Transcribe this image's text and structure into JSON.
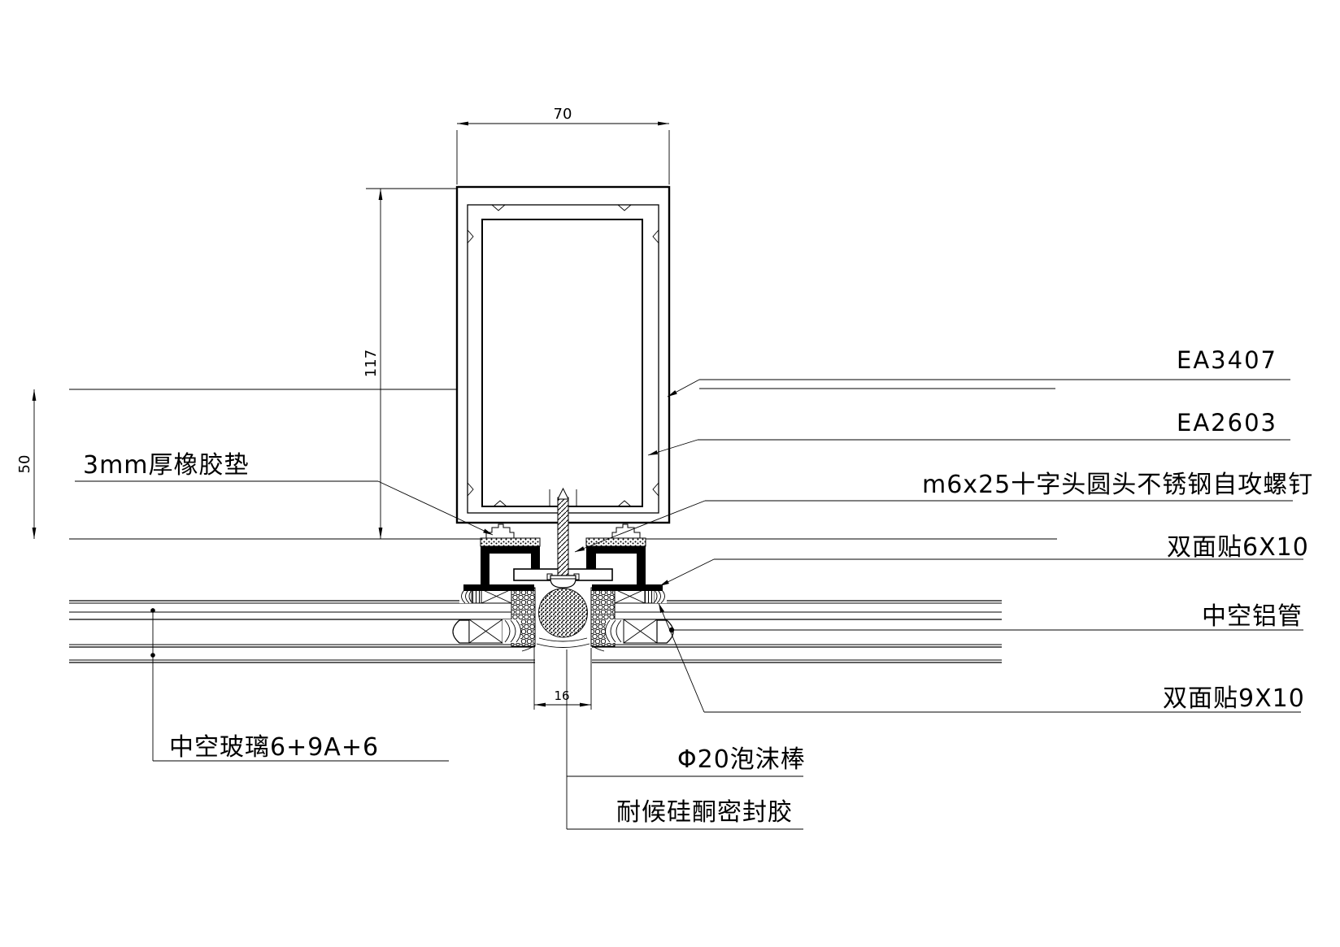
{
  "drawing": {
    "dims": {
      "cap_width": "70",
      "cap_height": "117",
      "side_offset": "50",
      "joint_width": "16"
    },
    "labels": {
      "ea3407": "EA3407",
      "ea2603": "EA2603",
      "screw": "m6x25十字头圆头不锈钢自攻螺钉",
      "tape_6x10": "双面贴6X10",
      "aluminum_tube": "中空铝管",
      "tape_9x10": "双面贴9X10",
      "rubber_pad": "3mm厚橡胶垫",
      "insulating_glass": "中空玻璃6+9A+6",
      "foam_rod": "Φ20泡沫棒",
      "sealant": "耐候硅酮密封胶"
    },
    "colors": {
      "ink": "#000000",
      "paper": "#ffffff"
    }
  }
}
